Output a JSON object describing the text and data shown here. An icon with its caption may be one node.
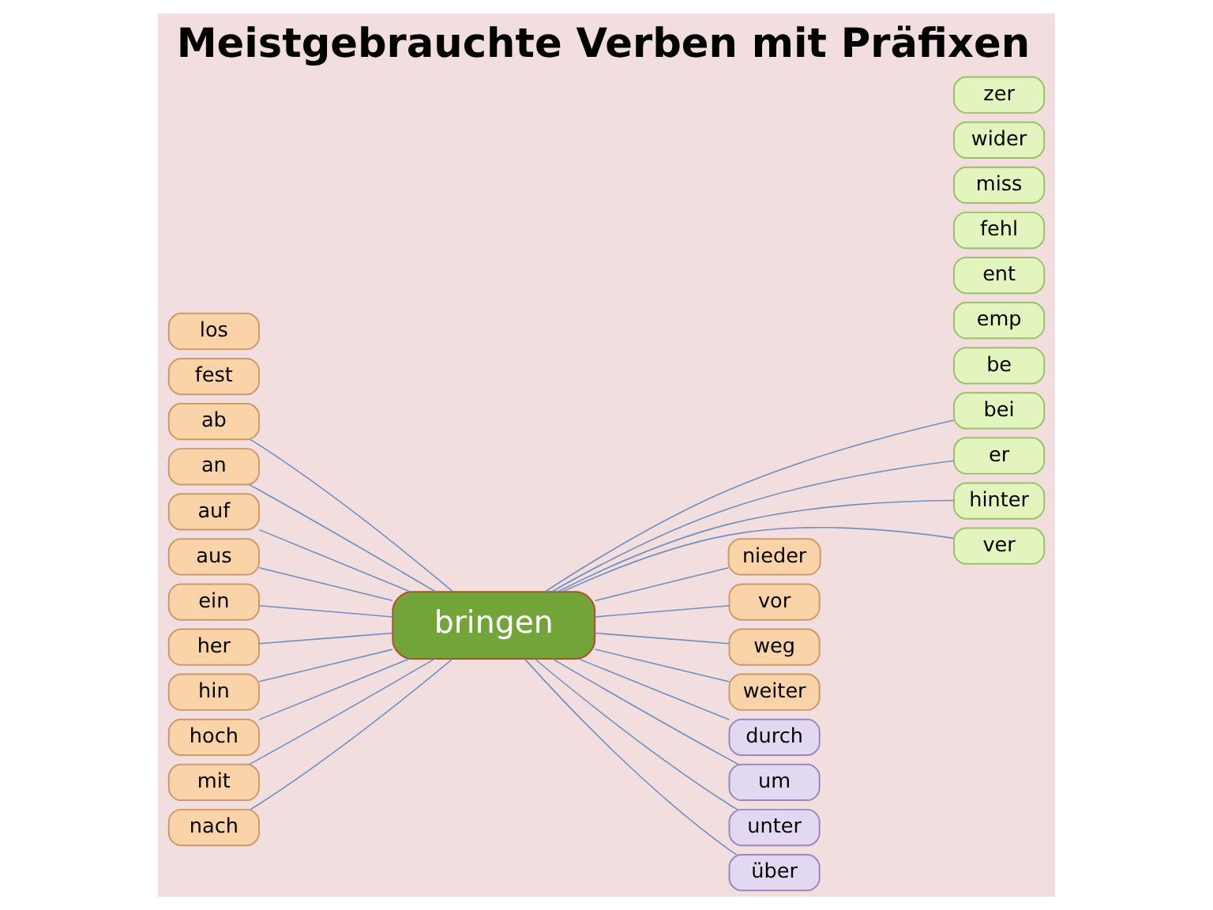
{
  "diagram": {
    "title": "Meistgebrauchte Verben mit Präfixen",
    "nodes": [
      {
        "text": [
          "ab"
        ]
      },
      {
        "text": [
          "an"
        ]
      },
      {
        "text": [
          "auf"
        ]
      },
      {
        "text": [
          "aus"
        ]
      },
      {
        "text": [
          "ein"
        ]
      },
      {
        "text": [
          "fest"
        ]
      },
      {
        "text": [
          "her"
        ]
      },
      {
        "text": [
          "hin"
        ]
      },
      {
        "text": [
          "hoch"
        ]
      },
      {
        "text": [
          "los"
        ]
      },
      {
        "text": [
          "mit"
        ]
      },
      {
        "text": [
          "nach"
        ]
      },
      {
        "text": [
          "bringen"
        ]
      },
      {
        "text": [
          "be"
        ]
      },
      {
        "text": [
          "bei"
        ]
      },
      {
        "text": [
          "emp"
        ]
      },
      {
        "text": [
          "ent"
        ]
      },
      {
        "text": [
          "er"
        ]
      },
      {
        "text": [
          "fehl"
        ]
      },
      {
        "text": [
          "hinter"
        ]
      },
      {
        "text": [
          "miss"
        ]
      },
      {
        "text": [
          "ver"
        ]
      },
      {
        "text": [
          "wider"
        ]
      },
      {
        "text": [
          "zer"
        ]
      },
      {
        "text": [
          "nieder"
        ]
      },
      {
        "text": [
          "vor"
        ]
      },
      {
        "text": [
          "weg"
        ]
      },
      {
        "text": [
          "weiter"
        ]
      },
      {
        "text": [
          "durch"
        ]
      },
      {
        "text": [
          "um"
        ]
      },
      {
        "text": [
          "unter"
        ]
      },
      {
        "text": [
          "über"
        ]
      }
    ],
    "edges": [
      {
        "from": 0,
        "to": 12,
        "arrow": "none"
      },
      {
        "from": 1,
        "to": 12,
        "arrow": "none"
      },
      {
        "from": 2,
        "to": 12,
        "arrow": "none"
      },
      {
        "from": 3,
        "to": 12,
        "arrow": "none"
      },
      {
        "from": 4,
        "to": 12,
        "arrow": "none"
      },
      {
        "from": 6,
        "to": 12,
        "arrow": "none"
      },
      {
        "from": 7,
        "to": 12,
        "arrow": "none"
      },
      {
        "from": 8,
        "to": 12,
        "arrow": "none"
      },
      {
        "from": 10,
        "to": 12,
        "arrow": "none"
      },
      {
        "from": 11,
        "to": 12,
        "arrow": "none"
      },
      {
        "from": 12,
        "to": 14,
        "arrow": "none"
      },
      {
        "from": 12,
        "to": 17,
        "arrow": "none"
      },
      {
        "from": 12,
        "to": 19,
        "arrow": "none"
      },
      {
        "from": 12,
        "to": 21,
        "arrow": "none"
      },
      {
        "from": 12,
        "to": 24,
        "arrow": "none"
      },
      {
        "from": 12,
        "to": 25,
        "arrow": "none"
      },
      {
        "from": 12,
        "to": 26,
        "arrow": "none"
      },
      {
        "from": 12,
        "to": 27,
        "arrow": "none"
      },
      {
        "from": 12,
        "to": 28,
        "arrow": "none"
      },
      {
        "from": 12,
        "to": 29,
        "arrow": "none"
      },
      {
        "from": 12,
        "to": 30,
        "arrow": "none"
      },
      {
        "from": 12,
        "to": 31,
        "arrow": "none"
      }
    ]
  }
}
